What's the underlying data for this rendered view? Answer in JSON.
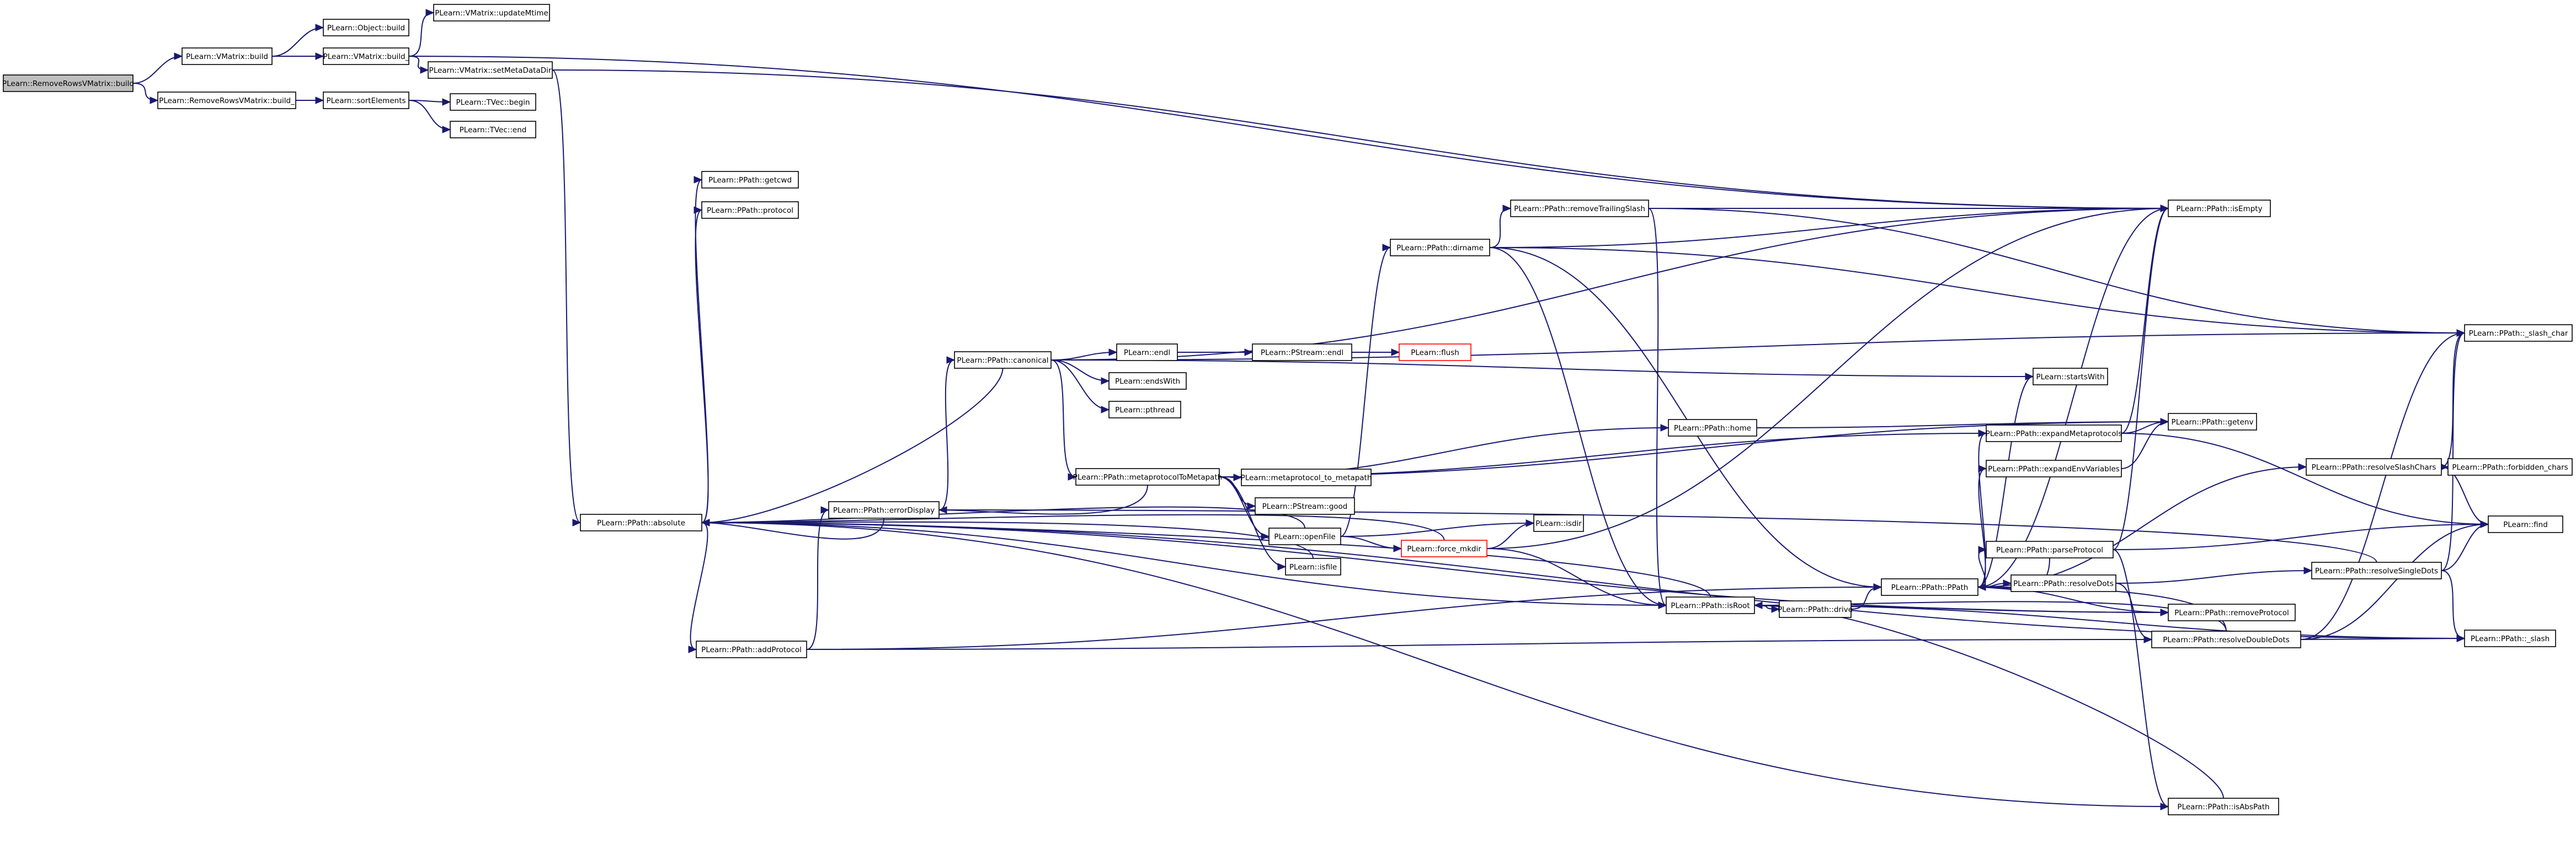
{
  "colors": {
    "edge": "#191970",
    "root_fill": "#bfbfbf",
    "red_node": "#ff0000",
    "node_border": "#000000"
  },
  "nodes": [
    {
      "id": "root",
      "label": "PLearn::RemoveRowsVMatrix::build",
      "kind": "root"
    },
    {
      "id": "vm_build",
      "label": "PLearn::VMatrix::build"
    },
    {
      "id": "obj_build",
      "label": "PLearn::Object::build"
    },
    {
      "id": "vm_updateMtime",
      "label": "PLearn::VMatrix::updateMtime"
    },
    {
      "id": "vm_build_",
      "label": "PLearn::VMatrix::build_"
    },
    {
      "id": "vm_setMetaDataDir",
      "label": "PLearn::VMatrix::setMetaDataDir"
    },
    {
      "id": "rr_build_",
      "label": "PLearn::RemoveRowsVMatrix::build_"
    },
    {
      "id": "sortElements",
      "label": "PLearn::sortElements"
    },
    {
      "id": "tvec_begin",
      "label": "PLearn::TVec::begin"
    },
    {
      "id": "tvec_end",
      "label": "PLearn::TVec::end"
    },
    {
      "id": "absolute",
      "label": "PLearn::PPath::absolute"
    },
    {
      "id": "getcwd",
      "label": "PLearn::PPath::getcwd"
    },
    {
      "id": "protocol",
      "label": "PLearn::PPath::protocol"
    },
    {
      "id": "addProtocol",
      "label": "PLearn::PPath::addProtocol"
    },
    {
      "id": "errorDisplay",
      "label": "PLearn::PPath::errorDisplay"
    },
    {
      "id": "canonical",
      "label": "PLearn::PPath::canonical"
    },
    {
      "id": "endl",
      "label": "PLearn::endl"
    },
    {
      "id": "endsWith",
      "label": "PLearn::endsWith"
    },
    {
      "id": "pthread",
      "label": "PLearn::pthread"
    },
    {
      "id": "metaprotocolToMetapath",
      "label": "PLearn::PPath::metaprotocolToMetapath"
    },
    {
      "id": "metaprotocol_to_metapath",
      "label": "PLearn::metaprotocol_to_metapath"
    },
    {
      "id": "pstream_good",
      "label": "PLearn::PStream::good"
    },
    {
      "id": "openFile",
      "label": "PLearn::openFile"
    },
    {
      "id": "isfile",
      "label": "PLearn::isfile"
    },
    {
      "id": "pstream_endl",
      "label": "PLearn::PStream::endl"
    },
    {
      "id": "flush",
      "label": "PLearn::flush",
      "kind": "red"
    },
    {
      "id": "removeTrailingSlash",
      "label": "PLearn::PPath::removeTrailingSlash"
    },
    {
      "id": "dirname",
      "label": "PLearn::PPath::dirname"
    },
    {
      "id": "force_mkdir",
      "label": "PLearn::force_mkdir",
      "kind": "red"
    },
    {
      "id": "isdir",
      "label": "PLearn::isdir"
    },
    {
      "id": "home",
      "label": "PLearn::PPath::home"
    },
    {
      "id": "isRoot",
      "label": "PLearn::PPath::isRoot"
    },
    {
      "id": "drive",
      "label": "PLearn::PPath::drive"
    },
    {
      "id": "startsWith",
      "label": "PLearn::startsWith"
    },
    {
      "id": "ppath_ctor",
      "label": "PLearn::PPath::PPath"
    },
    {
      "id": "expandMetaprotocols",
      "label": "PLearn::PPath::expandMetaprotocols"
    },
    {
      "id": "expandEnvVariables",
      "label": "PLearn::PPath::expandEnvVariables"
    },
    {
      "id": "parseProtocol",
      "label": "PLearn::PPath::parseProtocol"
    },
    {
      "id": "resolveDots",
      "label": "PLearn::PPath::resolveDots"
    },
    {
      "id": "removeProtocol",
      "label": "PLearn::PPath::removeProtocol"
    },
    {
      "id": "resolveDoubleDots",
      "label": "PLearn::PPath::resolveDoubleDots"
    },
    {
      "id": "isAbsPath",
      "label": "PLearn::PPath::isAbsPath"
    },
    {
      "id": "isEmpty",
      "label": "PLearn::PPath::isEmpty"
    },
    {
      "id": "getenv",
      "label": "PLearn::PPath::getenv"
    },
    {
      "id": "resolveSlashChars",
      "label": "PLearn::PPath::resolveSlashChars"
    },
    {
      "id": "resolveSingleDots",
      "label": "PLearn::PPath::resolveSingleDots"
    },
    {
      "id": "forbidden_chars",
      "label": "PLearn::PPath::forbidden_chars"
    },
    {
      "id": "slash_char",
      "label": "PLearn::PPath::_slash_char"
    },
    {
      "id": "slash",
      "label": "PLearn::PPath::_slash"
    },
    {
      "id": "find",
      "label": "PLearn::find"
    }
  ],
  "edges": [
    [
      "root",
      "vm_build"
    ],
    [
      "root",
      "rr_build_"
    ],
    [
      "vm_build",
      "obj_build"
    ],
    [
      "vm_build",
      "vm_build_"
    ],
    [
      "vm_build_",
      "vm_updateMtime"
    ],
    [
      "vm_build_",
      "vm_setMetaDataDir"
    ],
    [
      "vm_build_",
      "isEmpty"
    ],
    [
      "vm_setMetaDataDir",
      "absolute"
    ],
    [
      "vm_setMetaDataDir",
      "isEmpty"
    ],
    [
      "rr_build_",
      "sortElements"
    ],
    [
      "sortElements",
      "tvec_begin"
    ],
    [
      "sortElements",
      "tvec_end"
    ],
    [
      "absolute",
      "getcwd"
    ],
    [
      "absolute",
      "protocol"
    ],
    [
      "absolute",
      "addProtocol"
    ],
    [
      "absolute",
      "isAbsPath"
    ],
    [
      "absolute",
      "isRoot"
    ],
    [
      "absolute",
      "removeProtocol"
    ],
    [
      "absolute",
      "slash"
    ],
    [
      "addProtocol",
      "errorDisplay"
    ],
    [
      "addProtocol",
      "ppath_ctor"
    ],
    [
      "addProtocol",
      "resolveDoubleDots"
    ],
    [
      "errorDisplay",
      "absolute"
    ],
    [
      "errorDisplay",
      "canonical"
    ],
    [
      "canonical",
      "endl"
    ],
    [
      "canonical",
      "endsWith"
    ],
    [
      "canonical",
      "pthread"
    ],
    [
      "canonical",
      "metaprotocolToMetapath"
    ],
    [
      "canonical",
      "absolute"
    ],
    [
      "canonical",
      "isEmpty"
    ],
    [
      "canonical",
      "slash_char"
    ],
    [
      "canonical",
      "startsWith"
    ],
    [
      "endl",
      "pstream_endl"
    ],
    [
      "pstream_endl",
      "flush"
    ],
    [
      "metaprotocolToMetapath",
      "metaprotocol_to_metapath"
    ],
    [
      "metaprotocolToMetapath",
      "pstream_good"
    ],
    [
      "metaprotocolToMetapath",
      "openFile"
    ],
    [
      "metaprotocolToMetapath",
      "isfile"
    ],
    [
      "metaprotocolToMetapath",
      "errorDisplay"
    ],
    [
      "metaprotocolToMetapath",
      "home"
    ],
    [
      "metaprotocolToMetapath",
      "getenv"
    ],
    [
      "metaprotocolToMetapath",
      "expandMetaprotocols"
    ],
    [
      "openFile",
      "absolute"
    ],
    [
      "openFile",
      "dirname"
    ],
    [
      "openFile",
      "force_mkdir"
    ],
    [
      "openFile",
      "isdir"
    ],
    [
      "isfile",
      "absolute"
    ],
    [
      "force_mkdir",
      "absolute"
    ],
    [
      "force_mkdir",
      "isdir"
    ],
    [
      "force_mkdir",
      "isRoot"
    ],
    [
      "force_mkdir",
      "isEmpty"
    ],
    [
      "dirname",
      "removeTrailingSlash"
    ],
    [
      "dirname",
      "isRoot"
    ],
    [
      "dirname",
      "isEmpty"
    ],
    [
      "dirname",
      "ppath_ctor"
    ],
    [
      "dirname",
      "slash_char"
    ],
    [
      "removeTrailingSlash",
      "isEmpty"
    ],
    [
      "removeTrailingSlash",
      "isRoot"
    ],
    [
      "removeTrailingSlash",
      "slash_char"
    ],
    [
      "home",
      "getenv"
    ],
    [
      "isRoot",
      "drive"
    ],
    [
      "isRoot",
      "removeProtocol"
    ],
    [
      "isRoot",
      "absolute"
    ],
    [
      "isRoot",
      "slash"
    ],
    [
      "drive",
      "ppath_ctor"
    ],
    [
      "ppath_ctor",
      "startsWith"
    ],
    [
      "ppath_ctor",
      "expandMetaprotocols"
    ],
    [
      "ppath_ctor",
      "expandEnvVariables"
    ],
    [
      "ppath_ctor",
      "parseProtocol"
    ],
    [
      "ppath_ctor",
      "resolveDots"
    ],
    [
      "ppath_ctor",
      "resolveSlashChars"
    ],
    [
      "ppath_ctor",
      "isEmpty"
    ],
    [
      "ppath_ctor",
      "removeProtocol"
    ],
    [
      "expandMetaprotocols",
      "getenv"
    ],
    [
      "expandMetaprotocols",
      "find"
    ],
    [
      "expandMetaprotocols",
      "isEmpty"
    ],
    [
      "expandEnvVariables",
      "getenv"
    ],
    [
      "parseProtocol",
      "find"
    ],
    [
      "parseProtocol",
      "isEmpty"
    ],
    [
      "parseProtocol",
      "isAbsPath"
    ],
    [
      "parseProtocol",
      "ppath_ctor"
    ],
    [
      "resolveDots",
      "resolveSingleDots"
    ],
    [
      "resolveDots",
      "resolveDoubleDots"
    ],
    [
      "resolveDoubleDots",
      "slash_char"
    ],
    [
      "resolveDoubleDots",
      "slash"
    ],
    [
      "resolveDoubleDots",
      "isRoot"
    ],
    [
      "resolveDoubleDots",
      "ppath_ctor"
    ],
    [
      "resolveDoubleDots",
      "find"
    ],
    [
      "resolveSlashChars",
      "forbidden_chars"
    ],
    [
      "resolveSlashChars",
      "slash_char"
    ],
    [
      "resolveSlashChars",
      "find"
    ],
    [
      "resolveSingleDots",
      "slash_char"
    ],
    [
      "resolveSingleDots",
      "slash"
    ],
    [
      "resolveSingleDots",
      "find"
    ],
    [
      "resolveSingleDots",
      "errorDisplay"
    ],
    [
      "isAbsPath",
      "isRoot"
    ]
  ]
}
